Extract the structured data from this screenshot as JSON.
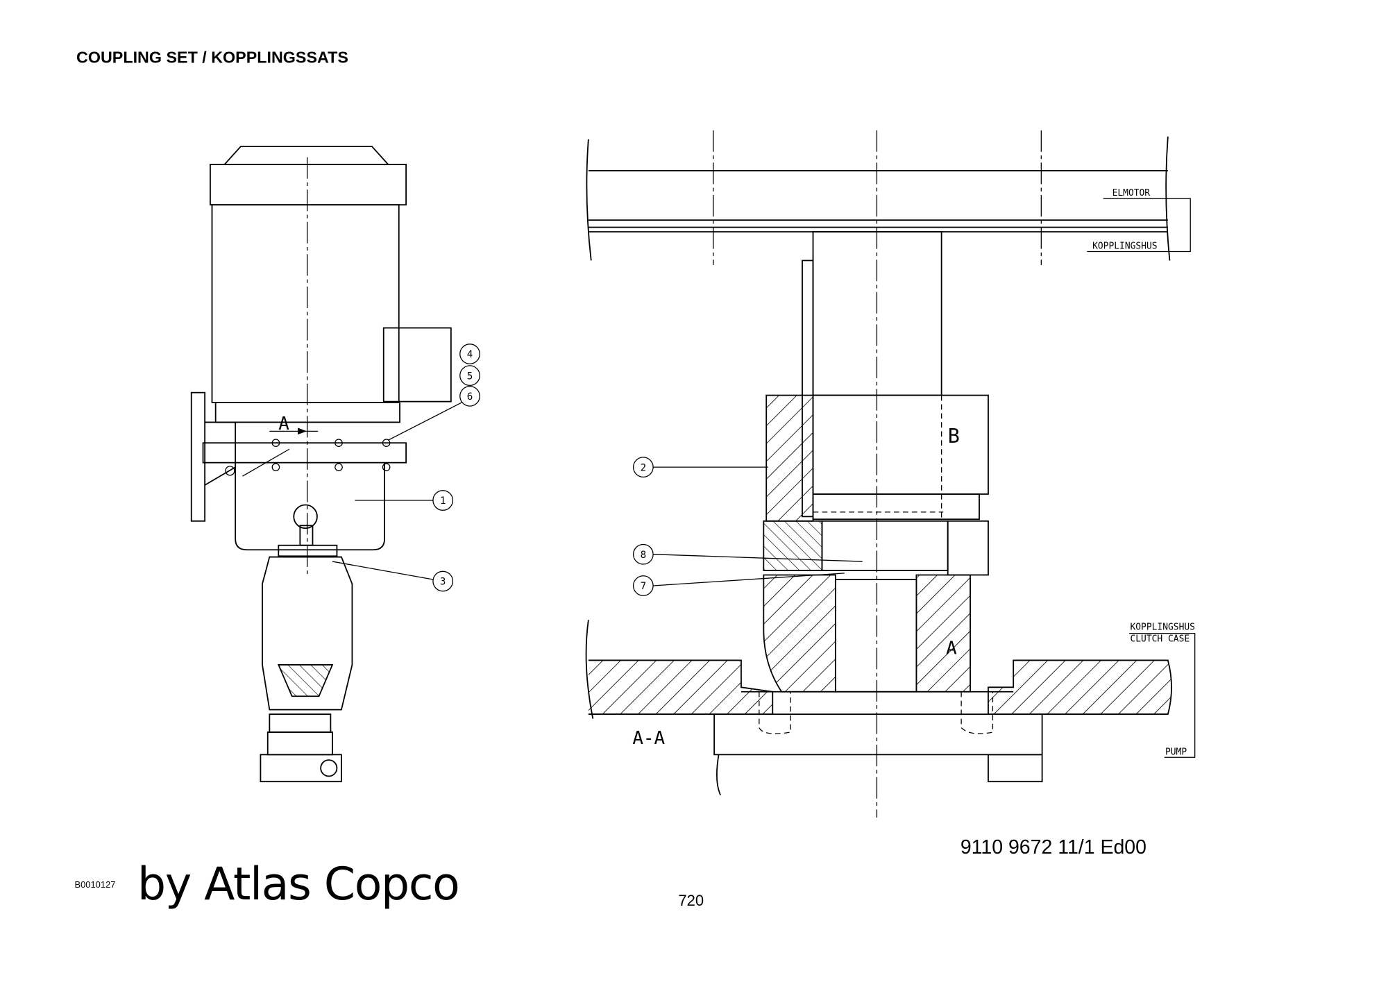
{
  "title": "COUPLING SET / KOPPLINGSSATS",
  "doc_number": "9110 9672 11/1  Ed00",
  "page_number": "720",
  "figure_id": "B0010127",
  "brand": "by Atlas Copco",
  "left_view": {
    "section_marker": "A",
    "balloons": [
      "4",
      "5",
      "6",
      "1",
      "3"
    ]
  },
  "section_view": {
    "label": "A-A",
    "detail_b": "B",
    "detail_a": "A",
    "balloons": [
      "2",
      "8",
      "7"
    ],
    "callouts": {
      "elmotor": "ELMOTOR",
      "kopplingshus_top": "KOPPLINGSHUS",
      "kopplingshus": "KOPPLINGSHUS",
      "clutch_case": "CLUTCH CASE",
      "pump": "PUMP"
    }
  }
}
